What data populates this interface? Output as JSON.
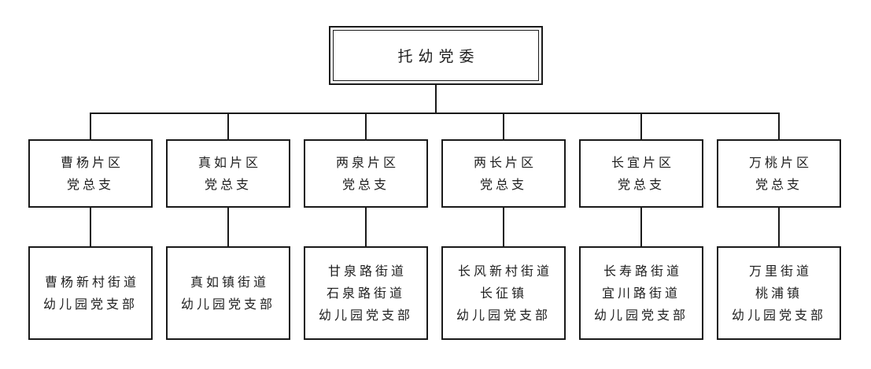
{
  "diagram": {
    "root_label": "托幼党委",
    "columns": [
      {
        "division": "曹杨片区\n党总支",
        "branch": "曹杨新村街道\n幼儿园党支部"
      },
      {
        "division": "真如片区\n党总支",
        "branch": "真如镇街道\n幼儿园党支部"
      },
      {
        "division": "两泉片区\n党总支",
        "branch": "甘泉路街道\n石泉路街道\n幼儿园党支部"
      },
      {
        "division": "两长片区\n党总支",
        "branch": "长风新村街道\n长征镇\n幼儿园党支部"
      },
      {
        "division": "长宜片区\n党总支",
        "branch": "长寿路街道\n宜川路街道\n幼儿园党支部"
      },
      {
        "division": "万桃片区\n党总支",
        "branch": "万里街道\n桃浦镇\n幼儿园党支部"
      }
    ],
    "colors": {
      "line": "#1a1a1a",
      "text": "#1f1f1f",
      "background": "#ffffff"
    }
  }
}
